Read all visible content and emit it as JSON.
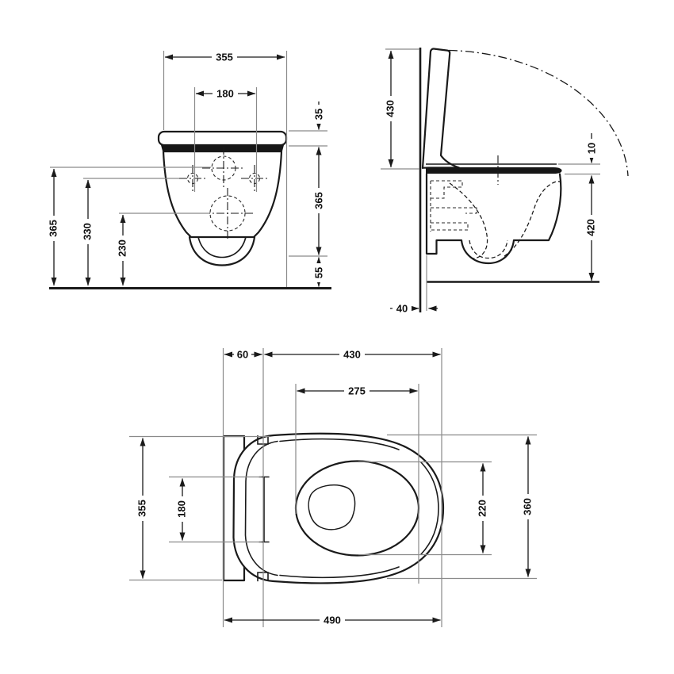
{
  "drawing_colors": {
    "line": "#1a1a1a",
    "leader": "#8a8a8a",
    "background": "#ffffff"
  },
  "dims": {
    "front": {
      "width": "355",
      "hole_spacing": "180",
      "lid_height": "35",
      "rim_to_outlet": "365",
      "outlet_to_floor": "55",
      "inlet_height": "365",
      "holes_height": "330",
      "drain_height": "230"
    },
    "side": {
      "open_lid_height": "430",
      "seat_thickness": "10",
      "body_depth": "420",
      "wall_offset": "40"
    },
    "top": {
      "hinge_depth": "60",
      "bowl_length": "430",
      "opening_length": "275",
      "seat_width": "355",
      "hinge_spacing": "180",
      "opening_width": "220",
      "bowl_width": "360",
      "total_length": "490"
    }
  }
}
